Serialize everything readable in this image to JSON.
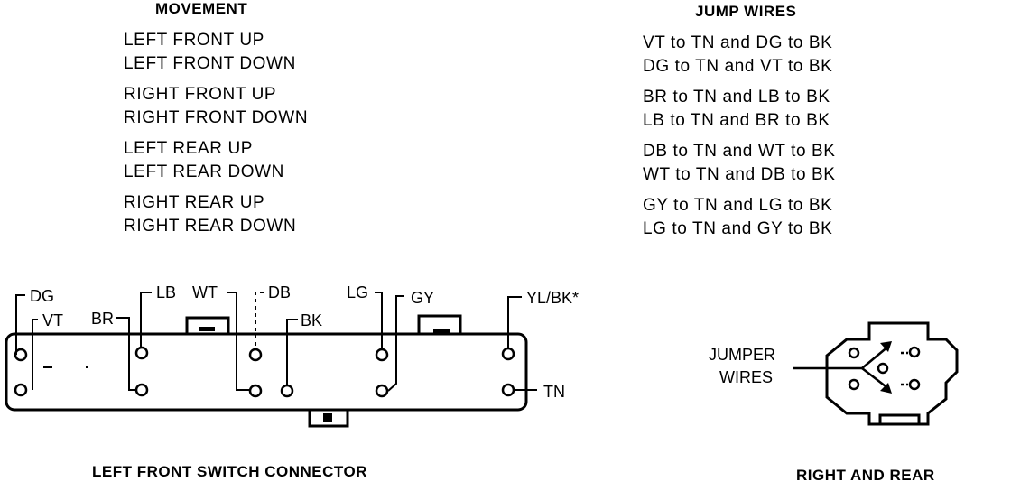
{
  "headers": {
    "movement": "MOVEMENT",
    "jump_wires": "JUMP WIRES"
  },
  "movements": [
    "LEFT FRONT UP",
    "LEFT FRONT DOWN",
    "RIGHT FRONT UP",
    "RIGHT FRONT DOWN",
    "LEFT REAR UP",
    "LEFT REAR DOWN",
    "RIGHT REAR UP",
    "RIGHT REAR DOWN"
  ],
  "jump_wires": [
    "VT to TN and DG to BK",
    "DG to TN and VT to BK",
    "BR to TN and LB to BK",
    "LB to TN and BR to BK",
    "DB to TN and WT to BK",
    "WT to TN and DB to BK",
    "GY to TN and LG to BK",
    "LG to TN and GY to BK"
  ],
  "connector_labels": {
    "dg": "DG",
    "vt": "VT",
    "br": "BR",
    "lb": "LB",
    "wt": "WT",
    "db": "DB",
    "bk": "BK",
    "lg": "LG",
    "gy": "GY",
    "ylbk": "YL/BK*",
    "tn": "TN"
  },
  "jumper_label_line1": "JUMPER",
  "jumper_label_line2": "WIRES",
  "captions": {
    "left_front": "LEFT FRONT SWITCH CONNECTOR",
    "right_rear": "RIGHT AND REAR"
  }
}
